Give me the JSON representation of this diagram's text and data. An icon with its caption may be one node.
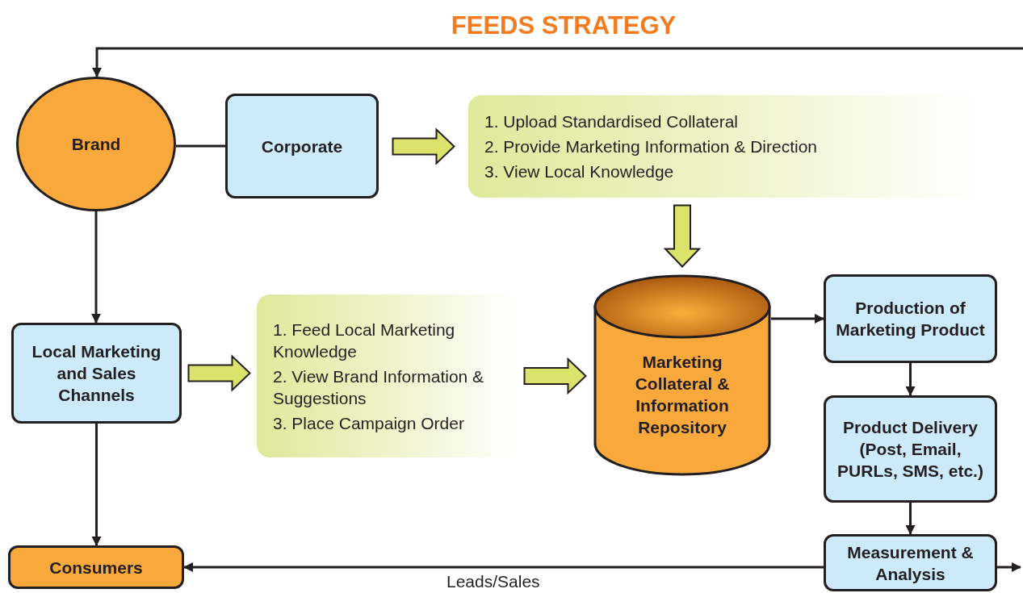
{
  "diagram": {
    "title": "FEEDS STRATEGY",
    "nodes": [
      {
        "text": [
          "Brand"
        ]
      },
      {
        "text": [
          "Corporate"
        ]
      },
      {
        "text": [
          "1. Upload Standardised Collateral",
          "2. Provide Marketing Information & Direction",
          "3. View Local Knowledge"
        ]
      },
      {
        "text": [
          "Local Marketing and Sales Channels"
        ]
      },
      {
        "text": [
          "1. Feed Local Marketing Knowledge",
          "2. View Brand Information & Suggestions",
          "3. Place Campaign Order"
        ]
      },
      {
        "text": [
          "Marketing Collateral & Information Repository"
        ]
      },
      {
        "text": [
          "Production of Marketing Product"
        ]
      },
      {
        "text": [
          "Product Delivery (Post, Email, PURLs, SMS, etc.)"
        ]
      },
      {
        "text": [
          "Measurement & Analysis"
        ]
      },
      {
        "text": [
          "Consumers"
        ]
      }
    ],
    "edges": [
      {
        "from": null,
        "to": 0,
        "arrow": "to"
      },
      {
        "from": 0,
        "to": 1,
        "arrow": "none"
      },
      {
        "from": 1,
        "to": 2,
        "arrow": "to",
        "style": "thick",
        "color": "#dce36b"
      },
      {
        "from": 2,
        "to": 5,
        "arrow": "to",
        "style": "thick",
        "color": "#dce36b"
      },
      {
        "from": 0,
        "to": 3,
        "arrow": "to"
      },
      {
        "from": 3,
        "to": 4,
        "arrow": "to",
        "style": "thick",
        "color": "#dce36b"
      },
      {
        "from": 4,
        "to": 5,
        "arrow": "to",
        "style": "thick",
        "color": "#dce36b"
      },
      {
        "from": 5,
        "to": 6,
        "arrow": "to"
      },
      {
        "from": 6,
        "to": 7,
        "arrow": "to"
      },
      {
        "from": 7,
        "to": 8,
        "arrow": "to"
      },
      {
        "from": 8,
        "to": 9,
        "arrow": "to",
        "label": "Leads/Sales"
      },
      {
        "from": 3,
        "to": 9,
        "arrow": "to"
      },
      {
        "from": 8,
        "to": null,
        "arrow": "to"
      }
    ]
  }
}
